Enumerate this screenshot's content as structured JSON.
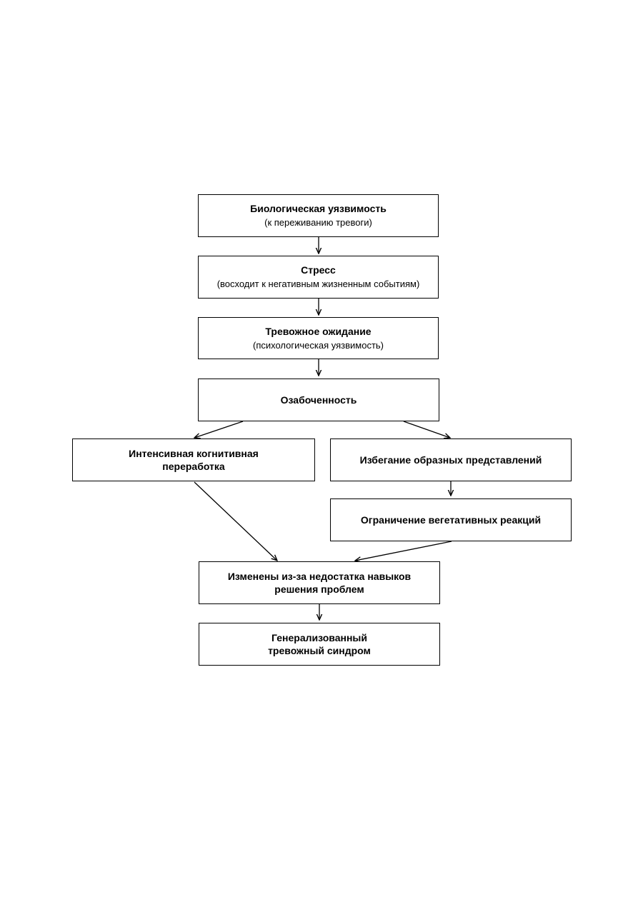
{
  "nodes": {
    "biological": {
      "title": "Биологическая уязвимость",
      "subtitle": "(к переживанию тревоги)"
    },
    "stress": {
      "title": "Стресс",
      "subtitle": "(восходит к негативным жизненным событиям)"
    },
    "anxious_expectation": {
      "title": "Тревожное ожидание",
      "subtitle": "(психологическая уязвимость)"
    },
    "worry": {
      "title": "Озабоченность"
    },
    "cognitive_processing": {
      "title": "Интенсивная когнитивная переработка"
    },
    "imagery_avoidance": {
      "title": "Избегание образных представлений"
    },
    "autonomic_restriction": {
      "title": "Ограничение вегетативных реакций"
    },
    "problem_solving": {
      "title": "Изменены из-за недостатка навыков решения проблем"
    },
    "gad": {
      "title": "Генерализованный тревожный синдром"
    }
  },
  "edges": [
    [
      "biological",
      "stress"
    ],
    [
      "stress",
      "anxious_expectation"
    ],
    [
      "anxious_expectation",
      "worry"
    ],
    [
      "worry",
      "cognitive_processing"
    ],
    [
      "worry",
      "imagery_avoidance"
    ],
    [
      "imagery_avoidance",
      "autonomic_restriction"
    ],
    [
      "cognitive_processing",
      "problem_solving"
    ],
    [
      "autonomic_restriction",
      "problem_solving"
    ],
    [
      "problem_solving",
      "gad"
    ]
  ]
}
